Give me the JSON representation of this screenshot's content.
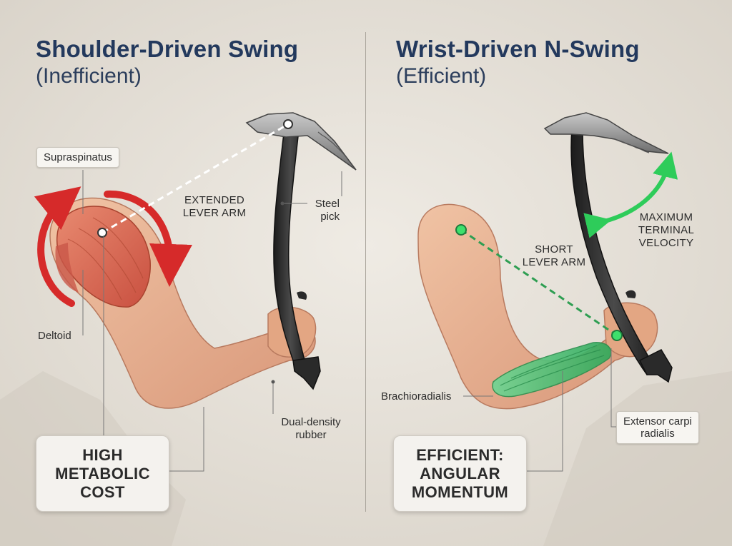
{
  "left_panel": {
    "title": "Shoulder-Driven Swing",
    "subtitle": "(Inefficient)",
    "labels": {
      "supraspinatus": "Supraspinatus",
      "deltoid": "Deltoid",
      "lever_line1": "EXTENDED",
      "lever_line2": "LEVER ARM",
      "steel_line1": "Steel",
      "steel_line2": "pick",
      "rubber_line1": "Dual-density",
      "rubber_line2": "rubber"
    },
    "callout": [
      "HIGH",
      "METABOLIC",
      "COST"
    ]
  },
  "right_panel": {
    "title": "Wrist-Driven N-Swing",
    "subtitle": "(Efficient)",
    "labels": {
      "lever_line1": "SHORT",
      "lever_line2": "LEVER ARM",
      "velocity_line1": "MAXIMUM",
      "velocity_line2": "TERMINAL",
      "velocity_line3": "VELOCITY",
      "brachioradialis": "Brachioradialis",
      "extensor_line1": "Extensor carpi",
      "extensor_line2": "radialis"
    },
    "callout": [
      "EFFICIENT:",
      "ANGULAR",
      "MOMENTUM"
    ]
  },
  "colors": {
    "title": "#23395d",
    "red_arrow": "#d62a2a",
    "green_arrow": "#2ecc5a",
    "muscle_red": "#d96a52",
    "muscle_green": "#3dbb6a",
    "skin": "#e2a887",
    "axe_shaft": "#2a2a2a",
    "axe_head": "#8c8c8c"
  }
}
